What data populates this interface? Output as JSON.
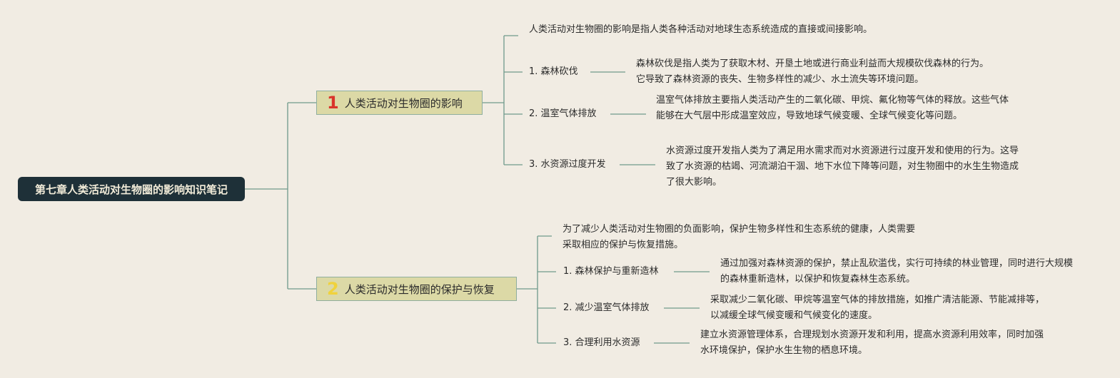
{
  "root": {
    "title": "第七章人类活动对生物圈的影响知识笔记"
  },
  "branches": [
    {
      "number": "1",
      "title": "人类活动对生物圈的影响",
      "intro": "人类活动对生物圈的影响是指人类各种活动对地球生态系统造成的直接或间接影响。",
      "items": [
        {
          "label": "1. 森林砍伐",
          "detail": "森林砍伐是指人类为了获取木材、开垦土地或进行商业利益而大规模砍伐森林的行为。它导致了森林资源的丧失、生物多样性的减少、水土流失等环境问题。"
        },
        {
          "label": "2. 温室气体排放",
          "detail": "温室气体排放主要指人类活动产生的二氧化碳、甲烷、氟化物等气体的释放。这些气体能够在大气层中形成温室效应，导致地球气候变暖、全球气候变化等问题。"
        },
        {
          "label": "3. 水资源过度开发",
          "detail": "水资源过度开发指人类为了满足用水需求而对水资源进行过度开发和使用的行为。这导致了水资源的枯竭、河流湖泊干涸、地下水位下降等问题，对生物圈中的水生生物造成了很大影响。"
        }
      ]
    },
    {
      "number": "2",
      "title": "人类活动对生物圈的保护与恢复",
      "intro": "为了减少人类活动对生物圈的负面影响，保护生物多样性和生态系统的健康，人类需要采取相应的保护与恢复措施。",
      "items": [
        {
          "label": "1. 森林保护与重新造林",
          "detail": "通过加强对森林资源的保护，禁止乱砍滥伐，实行可持续的林业管理，同时进行大规模的森林重新造林，以保护和恢复森林生态系统。"
        },
        {
          "label": "2. 减少温室气体排放",
          "detail": "采取减少二氧化碳、甲烷等温室气体的排放措施，如推广清洁能源、节能减排等，以减缓全球气候变暖和气候变化的速度。"
        },
        {
          "label": "3. 合理利用水资源",
          "detail": "建立水资源管理体系，合理规划水资源开发和利用，提高水资源利用效率，同时加强水环境保护，保护水生生物的栖息环境。"
        }
      ]
    }
  ]
}
